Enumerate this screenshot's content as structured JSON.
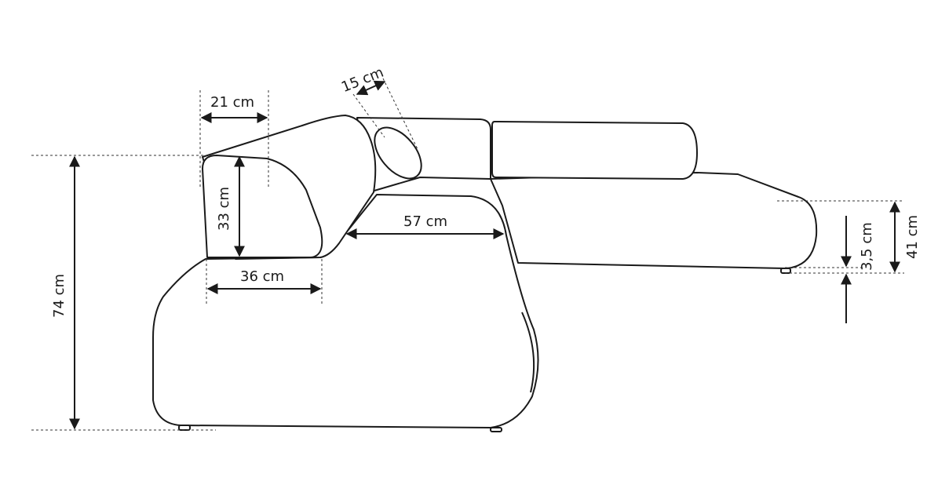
{
  "dimensions": {
    "pillow_depth": "15 cm",
    "armrest_top_width": "21 cm",
    "armrest_height": "33 cm",
    "armrest_bottom_width": "36 cm",
    "seat_depth": "57 cm",
    "total_height": "74 cm",
    "leg_height": "3,5 cm",
    "seat_height": "41 cm"
  }
}
